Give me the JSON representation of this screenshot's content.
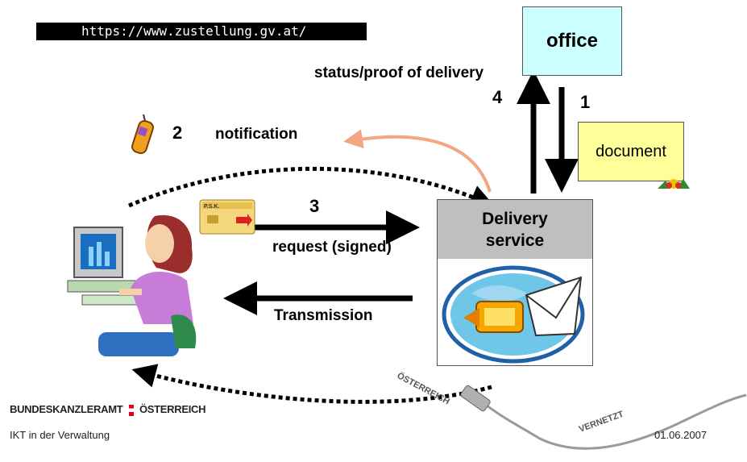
{
  "header": {
    "url": "https://www.zustellung.gv.at/"
  },
  "office": {
    "label": "office"
  },
  "document": {
    "label": "document"
  },
  "delivery_service": {
    "line1": "Delivery",
    "line2": "service"
  },
  "labels": {
    "status": "status/proof of delivery",
    "step1": "1",
    "step2": "2",
    "step3": "3",
    "step4": "4",
    "notification": "notification",
    "request": "request (signed)",
    "transmission": "Transmission"
  },
  "card": {
    "text": "P.S.K."
  },
  "cable": {
    "text1": "ÖSTERREICH",
    "text2": "VERNETZT"
  },
  "footer": {
    "ministry_logo_left": "BUNDESKANZLERAMT",
    "ministry_logo_right": "ÖSTERREICH",
    "left": "IKT in der Verwaltung",
    "date": "01.06.2007"
  },
  "colors": {
    "office_fill": "#ccffff",
    "document_fill": "#ffff99",
    "delivery_header": "#bfbfbf",
    "notification_arrow": "#f4a582",
    "logo_accent": "#e0001a"
  }
}
